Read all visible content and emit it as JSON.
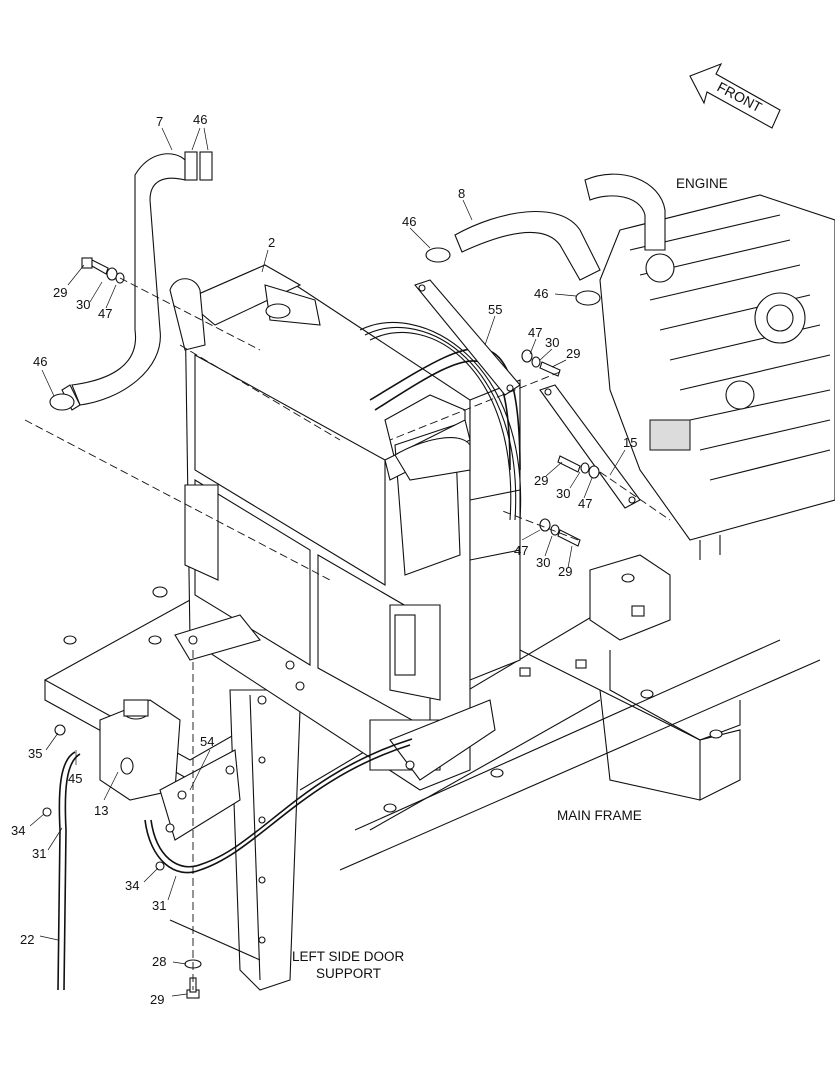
{
  "front_label": "FRONT",
  "callouts": {
    "c7": "7",
    "c46a": "46",
    "c2": "2",
    "c8": "8",
    "c46b": "46",
    "c29a": "29",
    "c30a": "30",
    "c47a": "47",
    "c46c": "46",
    "c46d": "46",
    "c55": "55",
    "c47b": "47",
    "c30b": "30",
    "c29b": "29",
    "c15": "15",
    "c29c": "29",
    "c30c": "30",
    "c47c": "47",
    "c47d": "47",
    "c30d": "30",
    "c29d": "29",
    "c54": "54",
    "c35": "35",
    "c45": "45",
    "c13": "13",
    "c34a": "34",
    "c31a": "31",
    "c34b": "34",
    "c31b": "31",
    "c22": "22",
    "c28": "28",
    "c29e": "29"
  },
  "labels": {
    "engine": "ENGINE",
    "main_frame": "MAIN FRAME",
    "left_side_door_line1": "LEFT SIDE DOOR",
    "left_side_door_line2": "SUPPORT"
  }
}
